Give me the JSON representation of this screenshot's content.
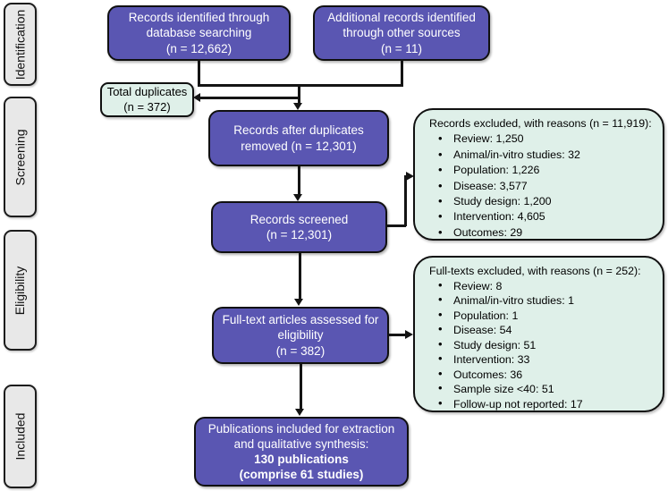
{
  "stages": {
    "identification": "Identification",
    "screening": "Screening",
    "eligibility": "Eligibility",
    "included": "Included"
  },
  "flow": {
    "database": {
      "lines": [
        "Records identified through",
        "database searching",
        "(n = 12,662)"
      ]
    },
    "other_sources": {
      "lines": [
        "Additional records identified",
        "through other sources",
        "(n = 11)"
      ]
    },
    "duplicates": {
      "lines": [
        "Total duplicates",
        "(n = 372)"
      ]
    },
    "after_duplicates": {
      "lines": [
        "Records after duplicates",
        "removed (n = 12,301)"
      ]
    },
    "screened": {
      "lines": [
        "Records screened",
        "(n = 12,301)"
      ]
    },
    "fulltext": {
      "lines": [
        "Full-text articles assessed for",
        "eligibility",
        "(n = 382)"
      ]
    },
    "included_pubs": {
      "lines": [
        "Publications included for extraction",
        "and qualitative synthesis:",
        "130 publications",
        "(comprise 61 studies)"
      ]
    }
  },
  "exclusions": {
    "records": {
      "title": "Records excluded, with reasons (n = 11,919):",
      "items": [
        "Review: 1,250",
        "Animal/in-vitro studies: 32",
        "Population: 1,226",
        "Disease: 3,577",
        "Study design: 1,200",
        "Intervention: 4,605",
        "Outcomes: 29"
      ]
    },
    "fulltexts": {
      "title": "Full-texts excluded, with reasons (n = 252):",
      "items": [
        "Review: 8",
        "Animal/in-vitro studies: 1",
        "Population: 1",
        "Disease: 54",
        "Study design: 51",
        "Intervention: 33",
        "Outcomes: 36",
        "Sample size <40: 51",
        "Follow-up not reported: 17"
      ]
    }
  },
  "colors": {
    "node_fill": "#5a56b2",
    "node_text": "#ffffff",
    "note_fill": "#dff0e9",
    "stage_fill": "#e8e8e8",
    "line": "#141414",
    "border": "#101010"
  }
}
